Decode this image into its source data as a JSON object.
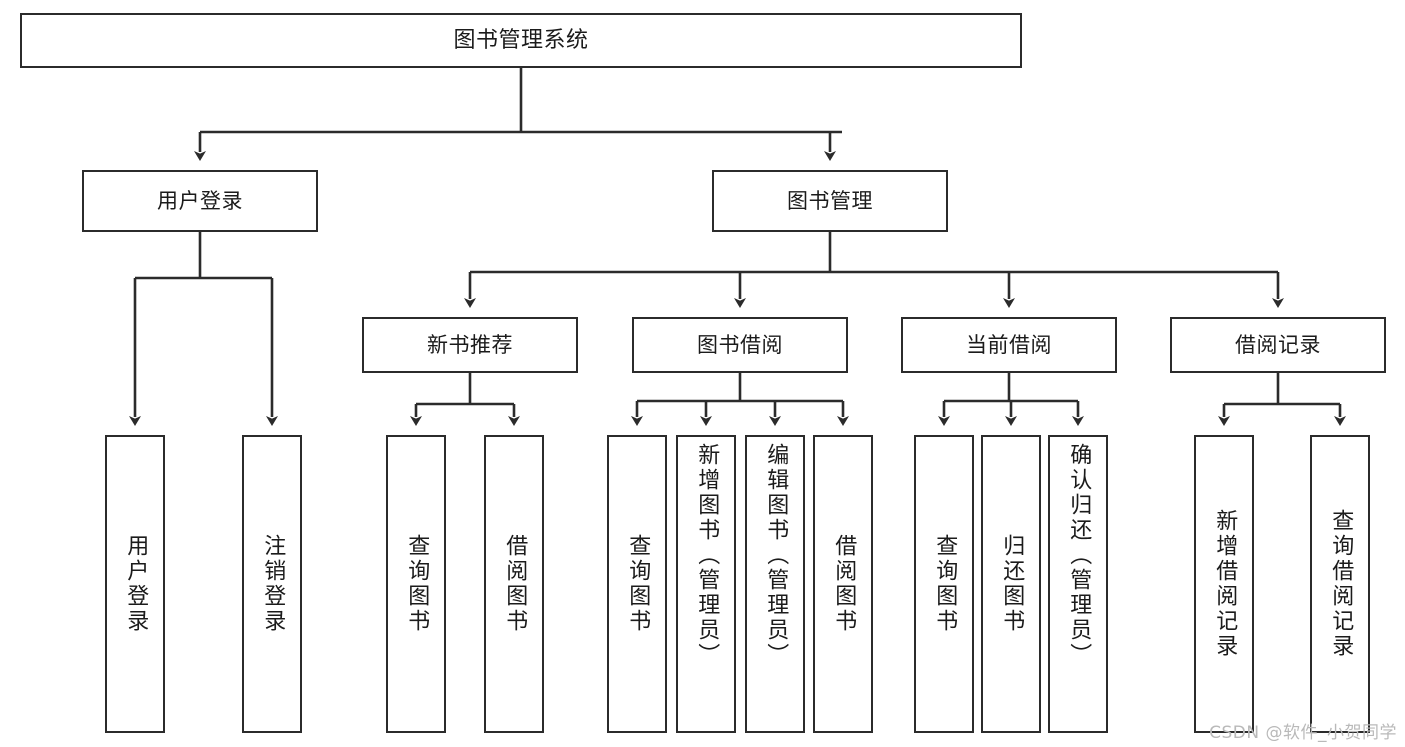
{
  "diagram": {
    "title": "图书管理系统",
    "type": "hierarchy-tree",
    "watermark": "CSDN @软件_小贺同学",
    "colors": {
      "background": "#ffffff",
      "box_border": "#2b2b2b",
      "box_fill": "#ffffff",
      "text": "#1b1b1b",
      "edge": "#2b2b2b",
      "watermark": "#b9b9b9"
    },
    "levels": {
      "root": [
        "图书管理系统"
      ],
      "level2": [
        "用户登录",
        "图书管理"
      ],
      "level3": [
        "新书推荐",
        "图书借阅",
        "当前借阅",
        "借阅记录"
      ],
      "leaves": [
        "用户登录",
        "注销登录",
        "查询图书",
        "借阅图书",
        "查询图书",
        "新增图书（管理员）",
        "编辑图书（管理员）",
        "借阅图书",
        "查询图书",
        "归还图书",
        "确认归还（管理员）",
        "新增借阅记录",
        "查询借阅记录"
      ]
    },
    "nodes": {
      "root": {
        "label": "图书管理系统"
      },
      "user_login": {
        "label": "用户登录"
      },
      "book_mgmt": {
        "label": "图书管理"
      },
      "new_book_rec": {
        "label": "新书推荐"
      },
      "book_borrow": {
        "label": "图书借阅"
      },
      "current_borrow": {
        "label": "当前借阅"
      },
      "borrow_record": {
        "label": "借阅记录"
      },
      "leaf_user_login": {
        "label": "用户登录"
      },
      "leaf_logout": {
        "label": "注销登录"
      },
      "leaf_query_book_a": {
        "label": "查询图书"
      },
      "leaf_borrow_book_a": {
        "label": "借阅图书"
      },
      "leaf_query_book_b": {
        "label": "查询图书"
      },
      "leaf_add_book": {
        "label": "新增图书（管理员）"
      },
      "leaf_edit_book": {
        "label": "编辑图书（管理员）"
      },
      "leaf_borrow_book_b": {
        "label": "借阅图书"
      },
      "leaf_query_book_c": {
        "label": "查询图书"
      },
      "leaf_return_book": {
        "label": "归还图书"
      },
      "leaf_confirm_return": {
        "label": "确认归还（管理员）"
      },
      "leaf_add_record": {
        "label": "新增借阅记录"
      },
      "leaf_query_record": {
        "label": "查询借阅记录"
      }
    }
  }
}
